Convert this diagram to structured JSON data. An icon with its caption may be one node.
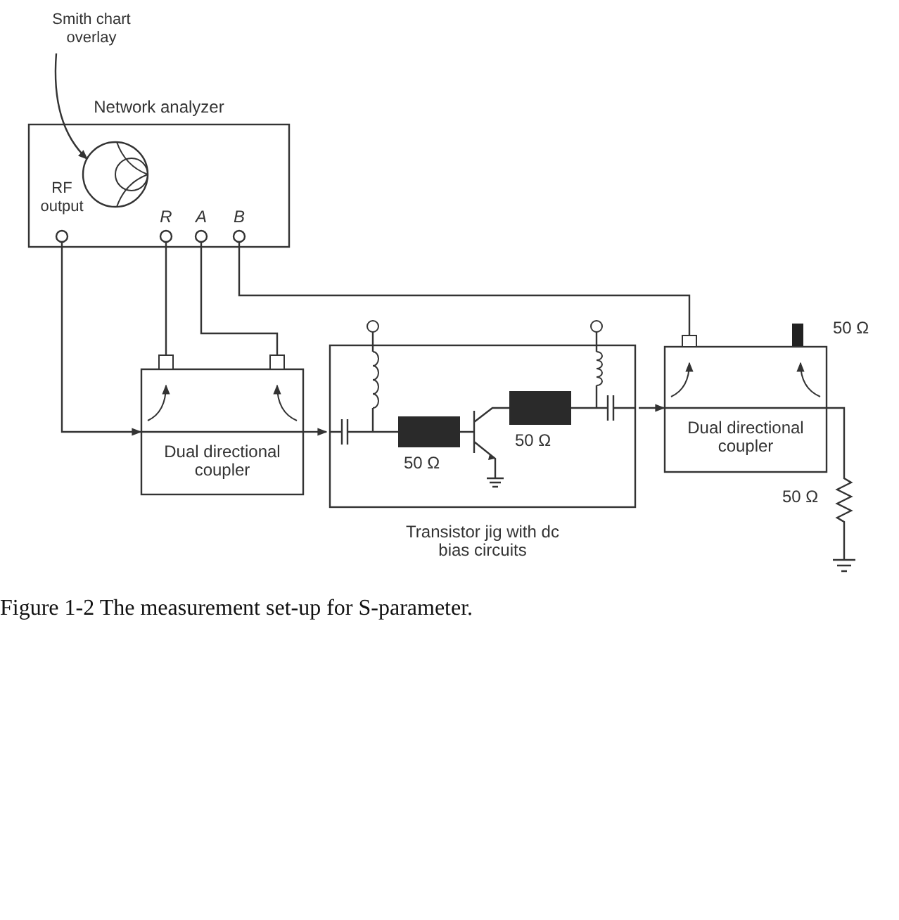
{
  "diagram": {
    "caption": "Figure 1-2 The measurement set-up for S-parameter.",
    "nodes": [
      {
        "text": [
          "Network analyzer"
        ]
      },
      {
        "text": [
          "Smith chart overlay"
        ]
      },
      {
        "text": [],
        "shape": "circle",
        "in": 0
      },
      {
        "text": [
          "RF output"
        ],
        "in": 0
      },
      {
        "text": [
          "R"
        ],
        "in": 0
      },
      {
        "text": [
          "A"
        ],
        "in": 0
      },
      {
        "text": [
          "B"
        ],
        "in": 0
      },
      {
        "text": [
          "Dual directional coupler"
        ]
      },
      {
        "text": [
          "Transistor jig with dc bias circuits"
        ]
      },
      {
        "text": [
          "Dual directional coupler"
        ]
      }
    ],
    "edges": [
      {
        "from": 1,
        "to": 2,
        "arrow": "to"
      },
      {
        "from": 3,
        "to": 7,
        "arrow": "to"
      },
      {
        "from": 4,
        "to": 7,
        "arrow": "none"
      },
      {
        "from": 5,
        "to": 7,
        "arrow": "none"
      },
      {
        "from": 6,
        "to": 9,
        "arrow": "none"
      },
      {
        "from": 7,
        "to": 8,
        "arrow": "to"
      },
      {
        "from": 8,
        "to": 9,
        "arrow": "to"
      }
    ],
    "labels": [
      "50 Ω",
      "50 Ω",
      "50 Ω",
      "50 Ω"
    ]
  }
}
